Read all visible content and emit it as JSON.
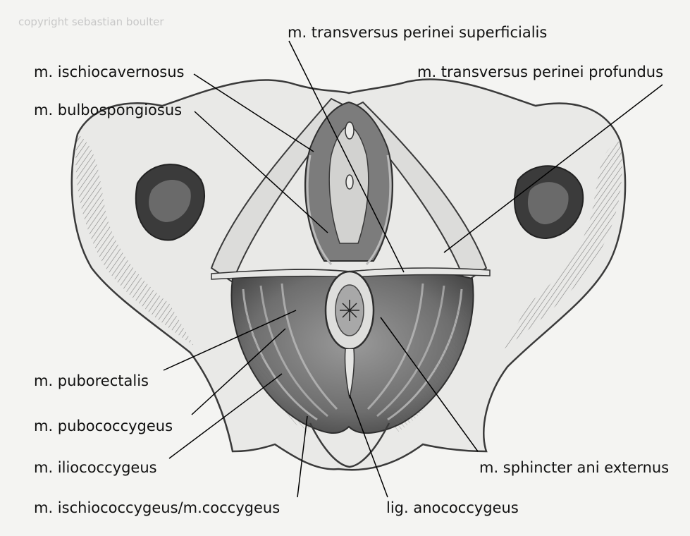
{
  "copyright": "copyright sebastian boulter",
  "labels": {
    "transversus_superficialis": "m. transversus perinei superficialis",
    "ischiocavernosus": "m. ischiocavernosus",
    "transversus_profundus": "m. transversus perinei profundus",
    "bulbospongiosus": "m. bulbospongiosus",
    "puborectalis": "m. puborectalis",
    "pubococcygeus": "m. pubococcygeus",
    "iliococcygeus": "m. iliococcygeus",
    "ischiococcygeus": "m. ischiococcygeus/m.coccygeus",
    "anococcygeus": "lig. anococcygeus",
    "sphincter": "m. sphincter ani externus"
  },
  "colors": {
    "paper": "#f4f4f2",
    "pencil": "#3a3a3a",
    "shade": "#8a8a8a",
    "leader": "#000000"
  }
}
